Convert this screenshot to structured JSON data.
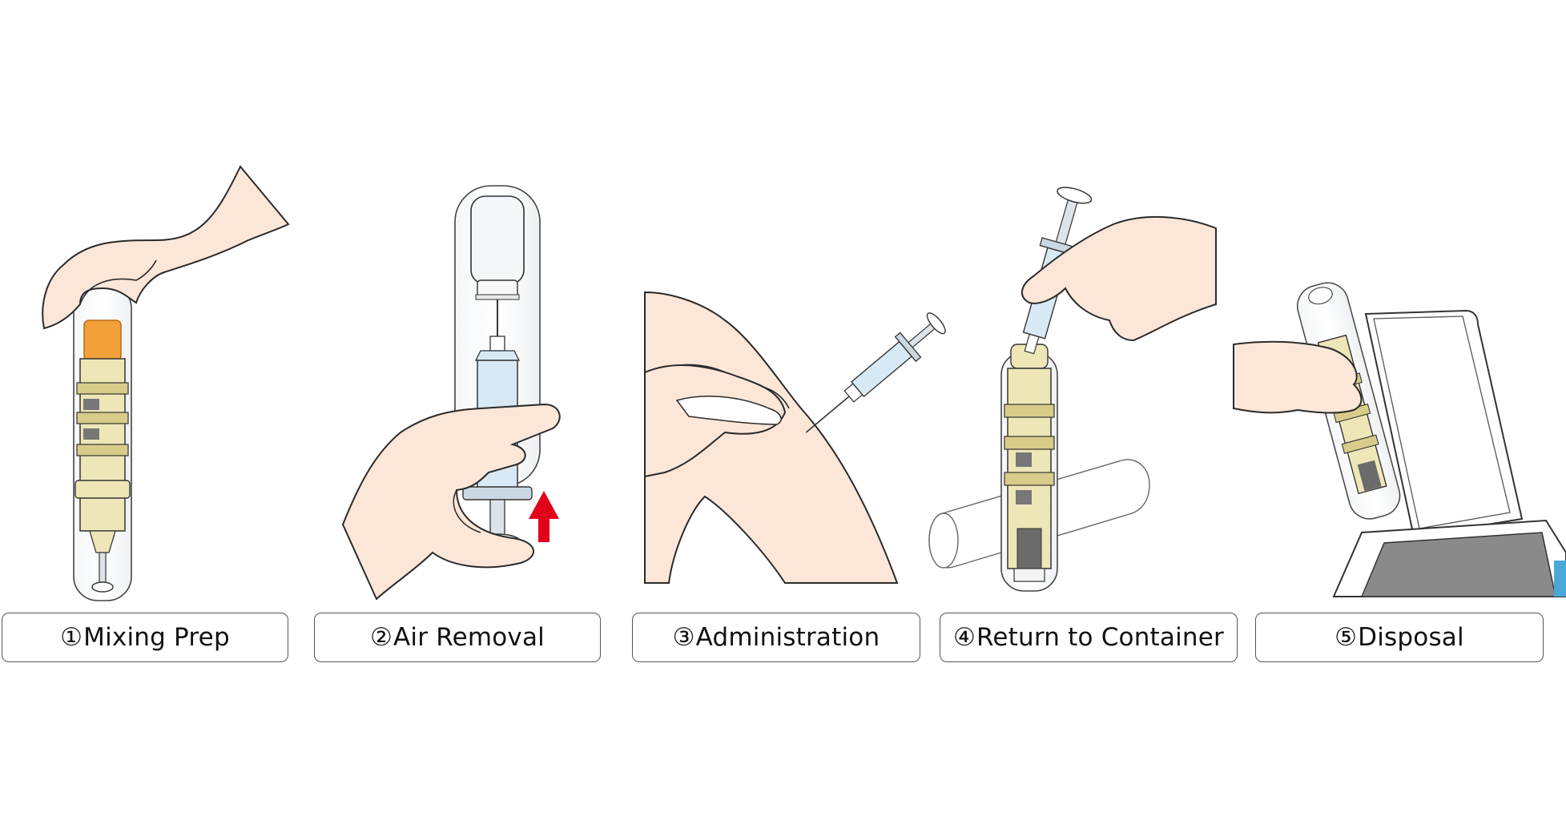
{
  "steps": [
    {
      "number": "①",
      "label": "Mixing Prep"
    },
    {
      "number": "②",
      "label": "Air Removal"
    },
    {
      "number": "③",
      "label": "Administration"
    },
    {
      "number": "④",
      "label": "Return to Container"
    },
    {
      "number": "⑤",
      "label": "Disposal"
    }
  ],
  "colors": {
    "skin": "#fbe6d8",
    "outline": "#2a2a2a",
    "device_cream": "#efe6b8",
    "device_shade": "#d8cc8a",
    "orange_cap": "#f2a03a",
    "syringe_blue": "#d7e9f4",
    "arrow_red": "#e3001b",
    "tray_gray": "#8a8a8a",
    "accent_blue": "#4aa8d8"
  },
  "icons": [
    "hand-icon",
    "injector-device-icon",
    "vial-icon",
    "syringe-icon",
    "arm-icon",
    "up-arrow-icon",
    "disposal-box-icon"
  ]
}
